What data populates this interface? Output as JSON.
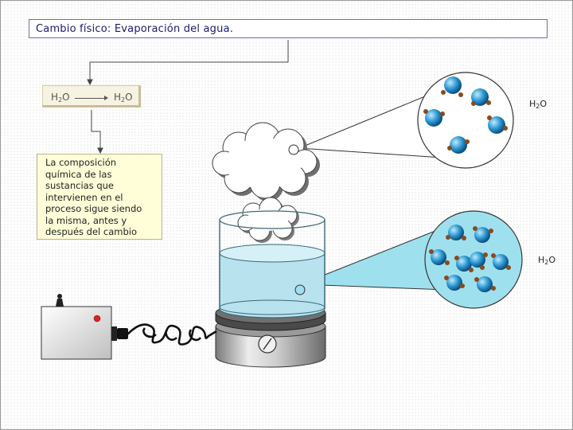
{
  "title": "Cambio físico: Evaporación del agua.",
  "equation": {
    "left": "H2O",
    "right": "H2O"
  },
  "description": [
    "La composición",
    "química de las",
    "sustancias que",
    "intervienen en el",
    "proceso sigue siendo",
    "la misma, antes y",
    "después del cambio"
  ],
  "labels": {
    "vapor_molecule": "H2O",
    "liquid_molecule": "H2O"
  },
  "colors": {
    "molecule": "#1f8fc9",
    "hydrogen": "#8a4a1c",
    "zoom_fill": "#9fe0ee",
    "water": "#b8e2ee"
  },
  "icons": [
    "steam-cloud-icon",
    "beaker-icon",
    "hot-plate-icon",
    "power-outlet-icon",
    "electric-cord-icon"
  ]
}
